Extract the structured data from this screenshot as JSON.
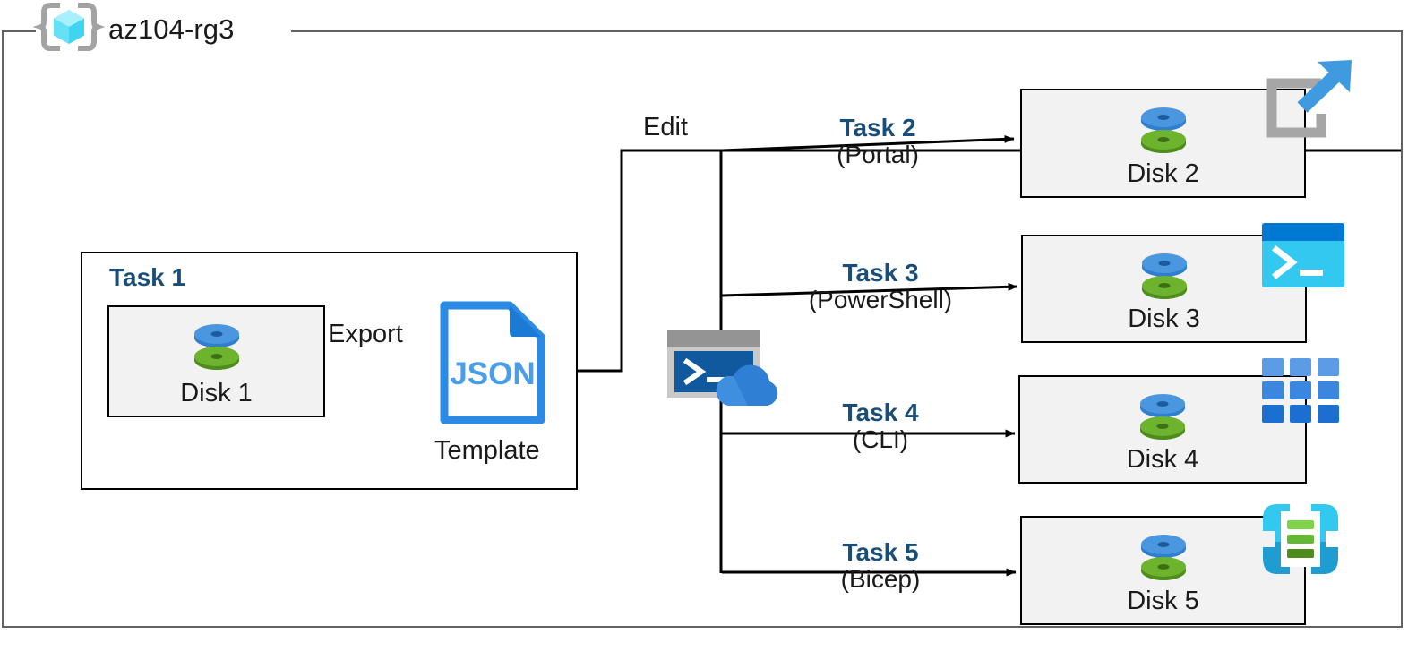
{
  "diagram": {
    "title": "az104-rg3",
    "resource_group": {
      "name": "az104-rg3",
      "icon": "resource-group-icon"
    },
    "colors": {
      "task_label": "#1a4e79",
      "box_fill": "#f2f2f2",
      "box_border": "#000000",
      "boundary_border": "#636363",
      "disk_top": "#3f8fdd",
      "disk_bottom": "#6bb12f",
      "json_blue": "#2a8ae4",
      "powershell_dark": "#0078d4",
      "powershell_light": "#32c8f0",
      "cli_blue": "#2a7fe0",
      "bicep_cyan": "#32c8f0",
      "bicep_green": "#73c13c",
      "portal_gray": "#a6a6a6",
      "portal_arrow": "#3f9ae0"
    },
    "task1": {
      "title": "Task 1",
      "source_disk": {
        "label": "Disk 1",
        "icon": "managed-disk-icon"
      },
      "export_label": "Export",
      "template": {
        "label": "Template",
        "file_type": "JSON",
        "icon": "json-document-icon"
      }
    },
    "edit_label": "Edit",
    "cloud_shell": {
      "icon": "cloud-shell-icon"
    },
    "branches": [
      {
        "task": "Task 2",
        "tool": "(Portal)",
        "target": {
          "label": "Disk 2",
          "icon": "managed-disk-icon"
        },
        "tool_icon": "azure-portal-icon"
      },
      {
        "task": "Task 3",
        "tool": "(PowerShell)",
        "target": {
          "label": "Disk 3",
          "icon": "managed-disk-icon"
        },
        "tool_icon": "powershell-icon"
      },
      {
        "task": "Task 4",
        "tool": "(CLI)",
        "target": {
          "label": "Disk 4",
          "icon": "azure-cli-icon"
        },
        "tool_icon": "azure-cli-icon"
      },
      {
        "task": "Task 5",
        "tool": "(Bicep)",
        "target": {
          "label": "Disk 5",
          "icon": "managed-disk-icon"
        },
        "tool_icon": "bicep-icon"
      }
    ]
  }
}
